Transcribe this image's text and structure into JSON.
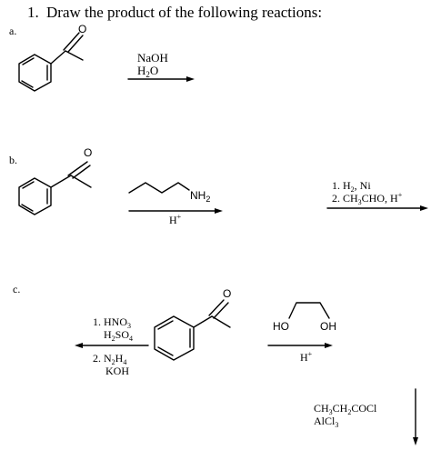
{
  "question": {
    "number": "1.",
    "title": "Draw the product of the following reactions:"
  },
  "part_a": {
    "label": "a.",
    "atom_o": "O",
    "reagent_line1": "NaOH",
    "reagent_line2_main": "H",
    "reagent_line2_sub": "2",
    "reagent_line2_end": "O"
  },
  "part_b": {
    "label": "b.",
    "atom_o": "O",
    "amine_label_main": "NH",
    "amine_label_sub": "2",
    "catalyst_main": "H",
    "catalyst_sup": "+",
    "step1_main": "1. H",
    "step1_sub": "2",
    "step1_end": ", Ni",
    "step2_a": "2. CH",
    "step2_sub": "3",
    "step2_b": "CHO, H",
    "step2_sup": "+"
  },
  "part_c": {
    "label": "c.",
    "atom_o": "O",
    "left_line1_main": "1. HNO",
    "left_line1_sub": "3",
    "left_line2_a": "H",
    "left_line2_sub1": "2",
    "left_line2_b": "SO",
    "left_line2_sub2": "4",
    "left_line3_a": "2. N",
    "left_line3_sub1": "2",
    "left_line3_b": "H",
    "left_line3_sub2": "4",
    "left_line4": "KOH",
    "diol_left": "HO",
    "diol_right": "OH",
    "catalyst_main": "H",
    "catalyst_sup": "+",
    "down_line1_a": "CH",
    "down_line1_sub1": "3",
    "down_line1_b": "CH",
    "down_line1_sub2": "2",
    "down_line1_c": "COCl",
    "down_line2_a": "AlCl",
    "down_line2_sub": "3"
  }
}
